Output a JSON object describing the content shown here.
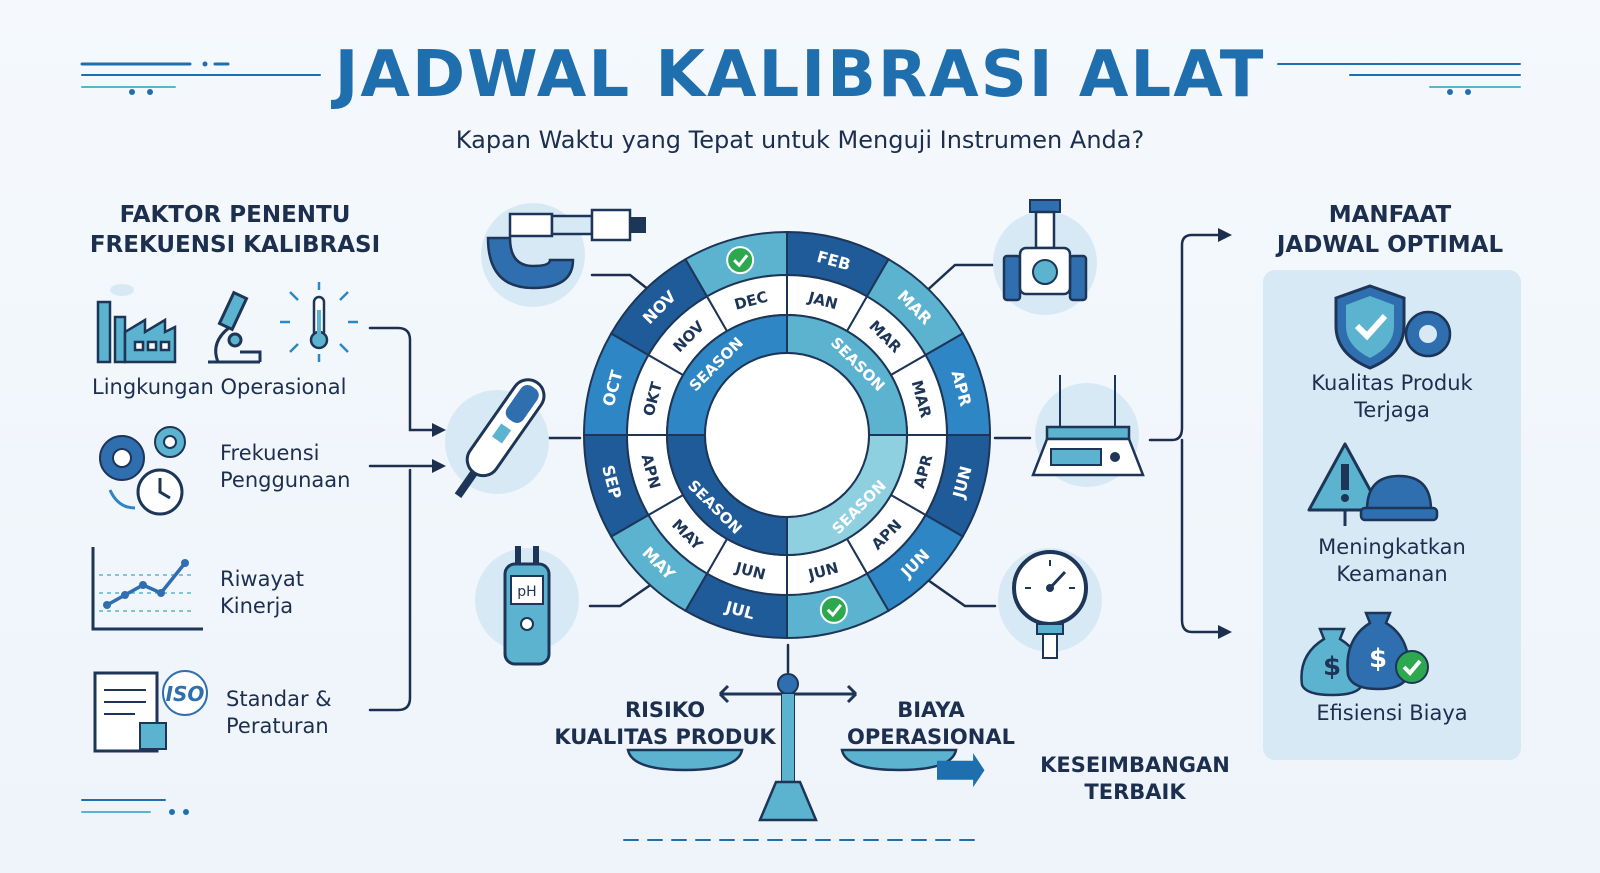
{
  "title": "JADWAL KALIBRASI ALAT",
  "subtitle": "Kapan Waktu yang Tepat untuk Menguji Instrumen Anda?",
  "colors": {
    "primary": "#1f6fae",
    "dark_navy": "#1d2f4f",
    "ring_dark": "#1f5a99",
    "ring_mid": "#2f86c4",
    "ring_teal": "#5cb3cf",
    "light_bg": "#d8e9f6",
    "check_green": "#2ea84f"
  },
  "factors": {
    "heading_line1": "FAKTOR PENENTU",
    "heading_line2": "FREKUENSI KALIBRASI",
    "items": [
      {
        "icons": [
          "factory-icon",
          "microscope-icon",
          "thermometer-sun-icon"
        ],
        "line1": "Lingkungan Operasional",
        "line2": ""
      },
      {
        "icons": [
          "gears-clock-icon"
        ],
        "line1": "Frekuensi",
        "line2": "Penggunaan"
      },
      {
        "icons": [
          "line-chart-icon"
        ],
        "line1": "Riwayat",
        "line2": "Kinerja"
      },
      {
        "icons": [
          "certificate-iso-icon"
        ],
        "line1": "Standar &",
        "line2": "Peraturan",
        "iso_text": "ISO"
      }
    ]
  },
  "benefits": {
    "heading_line1": "MANFAAT",
    "heading_line2": "JADWAL OPTIMAL",
    "items": [
      {
        "icon": "shield-gear-icon",
        "line1": "Kualitas Produk",
        "line2": "Terjaga"
      },
      {
        "icon": "warning-helmet-icon",
        "line1": "Meningkatkan",
        "line2": "Keamanan"
      },
      {
        "icon": "money-bags-icon",
        "line1": "Efisiensi Biaya",
        "line2": ""
      }
    ]
  },
  "calendar_wheel": {
    "outer_ring": [
      "FEB",
      "MAR",
      "APR",
      "JUN",
      "JUN",
      "",
      "JUL",
      "MAY",
      "SEP",
      "OCT",
      "NOV",
      ""
    ],
    "inner_ring": [
      "JAN",
      "MAR",
      "MAR",
      "APR",
      "APN",
      "JUN",
      "JUN",
      "MAY",
      "APN",
      "OKT",
      "NOV",
      "DEC"
    ],
    "season_label": "SEASON",
    "season_quadrants": 4
  },
  "instruments": [
    "micrometer-icon",
    "thermometer-icon",
    "ph-meter-icon",
    "valve-icon",
    "scale-icon",
    "pressure-gauge-icon"
  ],
  "balance": {
    "left_line1": "RISIKO",
    "left_line2": "KUALITAS PRODUK",
    "right_line1": "BIAYA",
    "right_line2": "OPERASIONAL",
    "result_line1": "KESEIMBANGAN",
    "result_line2": "TERBAIK"
  }
}
